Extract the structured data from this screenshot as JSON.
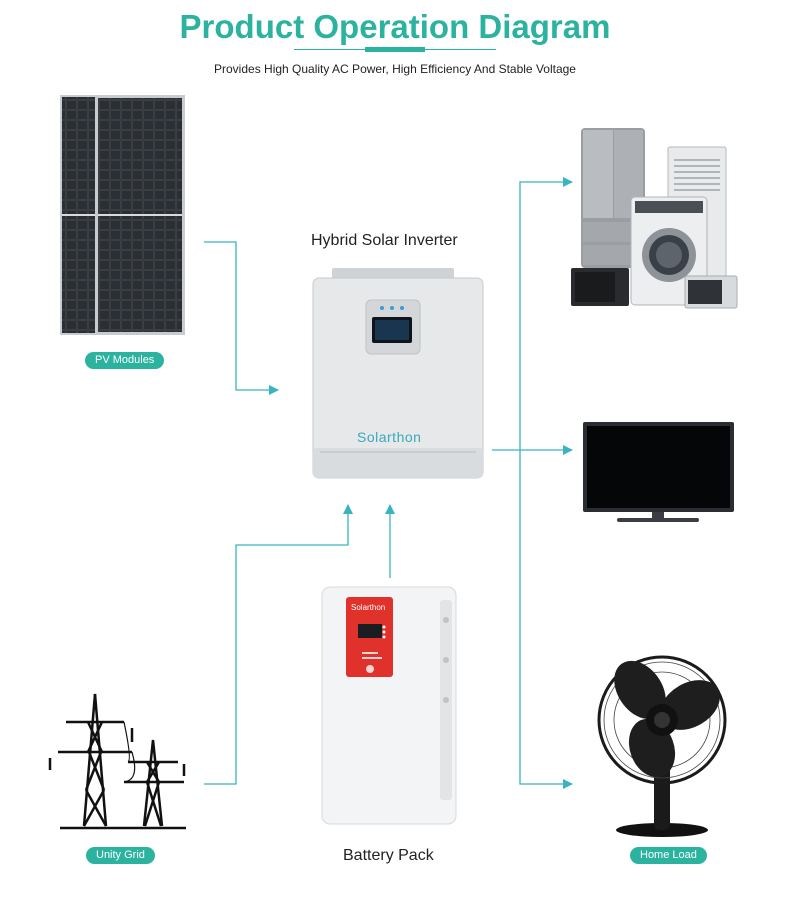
{
  "header": {
    "title": "Product Operation Diagram",
    "subtitle": "Provides High Quality AC Power, High Efficiency And Stable Voltage"
  },
  "nodes": {
    "pv_modules": "PV Modules",
    "inverter": "Hybrid Solar Inverter",
    "inverter_brand": "Solarthon",
    "battery": "Battery Pack",
    "battery_brand": "Solarthon",
    "grid": "Unity Grid",
    "home_load": "Home Load"
  },
  "colors": {
    "accent": "#2bb3a0",
    "arrow": "#3ab3c0",
    "battery_panel": "#e0312b"
  }
}
